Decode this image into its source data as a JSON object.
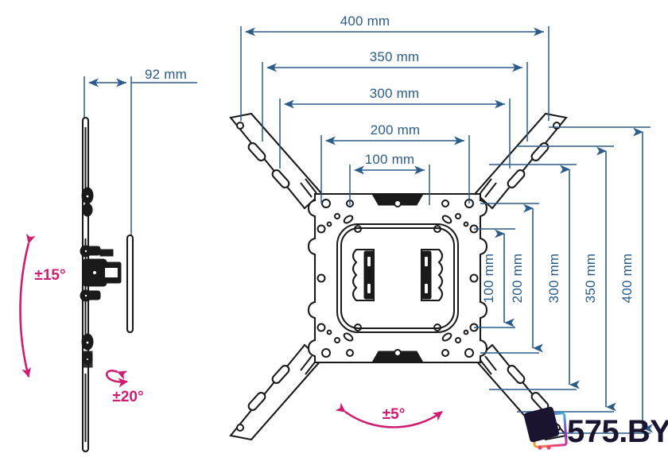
{
  "diagram": {
    "title": "TV wall mount dimension diagram",
    "units": "mm",
    "colors": {
      "dimension_blue": "#2a5c8a",
      "angle_magenta": "#cf1d72",
      "mechanical_black": "#1a1a1a",
      "background": "#ffffff"
    }
  },
  "side_view": {
    "name": "side-profile-view",
    "depth_dimension": {
      "label": "92 mm",
      "value": 92,
      "unit": "mm"
    },
    "angles": [
      {
        "id": "tilt",
        "label": "±15°",
        "value": 15,
        "type": "tilt-vertical"
      },
      {
        "id": "swivel-roll",
        "label": "±20°",
        "value": 20,
        "type": "rotation"
      }
    ]
  },
  "front_view": {
    "name": "front-vesa-view",
    "horizontal_dimensions": [
      {
        "label": "400 mm",
        "value": 400
      },
      {
        "label": "350 mm",
        "value": 350
      },
      {
        "label": "300 mm",
        "value": 300
      },
      {
        "label": "200 mm",
        "value": 200
      },
      {
        "label": "100 mm",
        "value": 100
      }
    ],
    "vertical_dimensions": [
      {
        "label": "100 mm",
        "value": 100
      },
      {
        "label": "200 mm",
        "value": 200
      },
      {
        "label": "300 mm",
        "value": 300
      },
      {
        "label": "350 mm",
        "value": 350
      },
      {
        "label": "400 mm",
        "value": 400
      }
    ],
    "angles": [
      {
        "id": "swivel",
        "label": "±5°",
        "value": 5,
        "type": "swivel-horizontal"
      }
    ]
  },
  "watermark": {
    "name": "site-logo",
    "text": "575.BY",
    "icon": "logo-cart-icon",
    "gradient_colors": [
      "#f5a623",
      "#e8417a",
      "#8b35c4",
      "#3fbfe0"
    ]
  }
}
